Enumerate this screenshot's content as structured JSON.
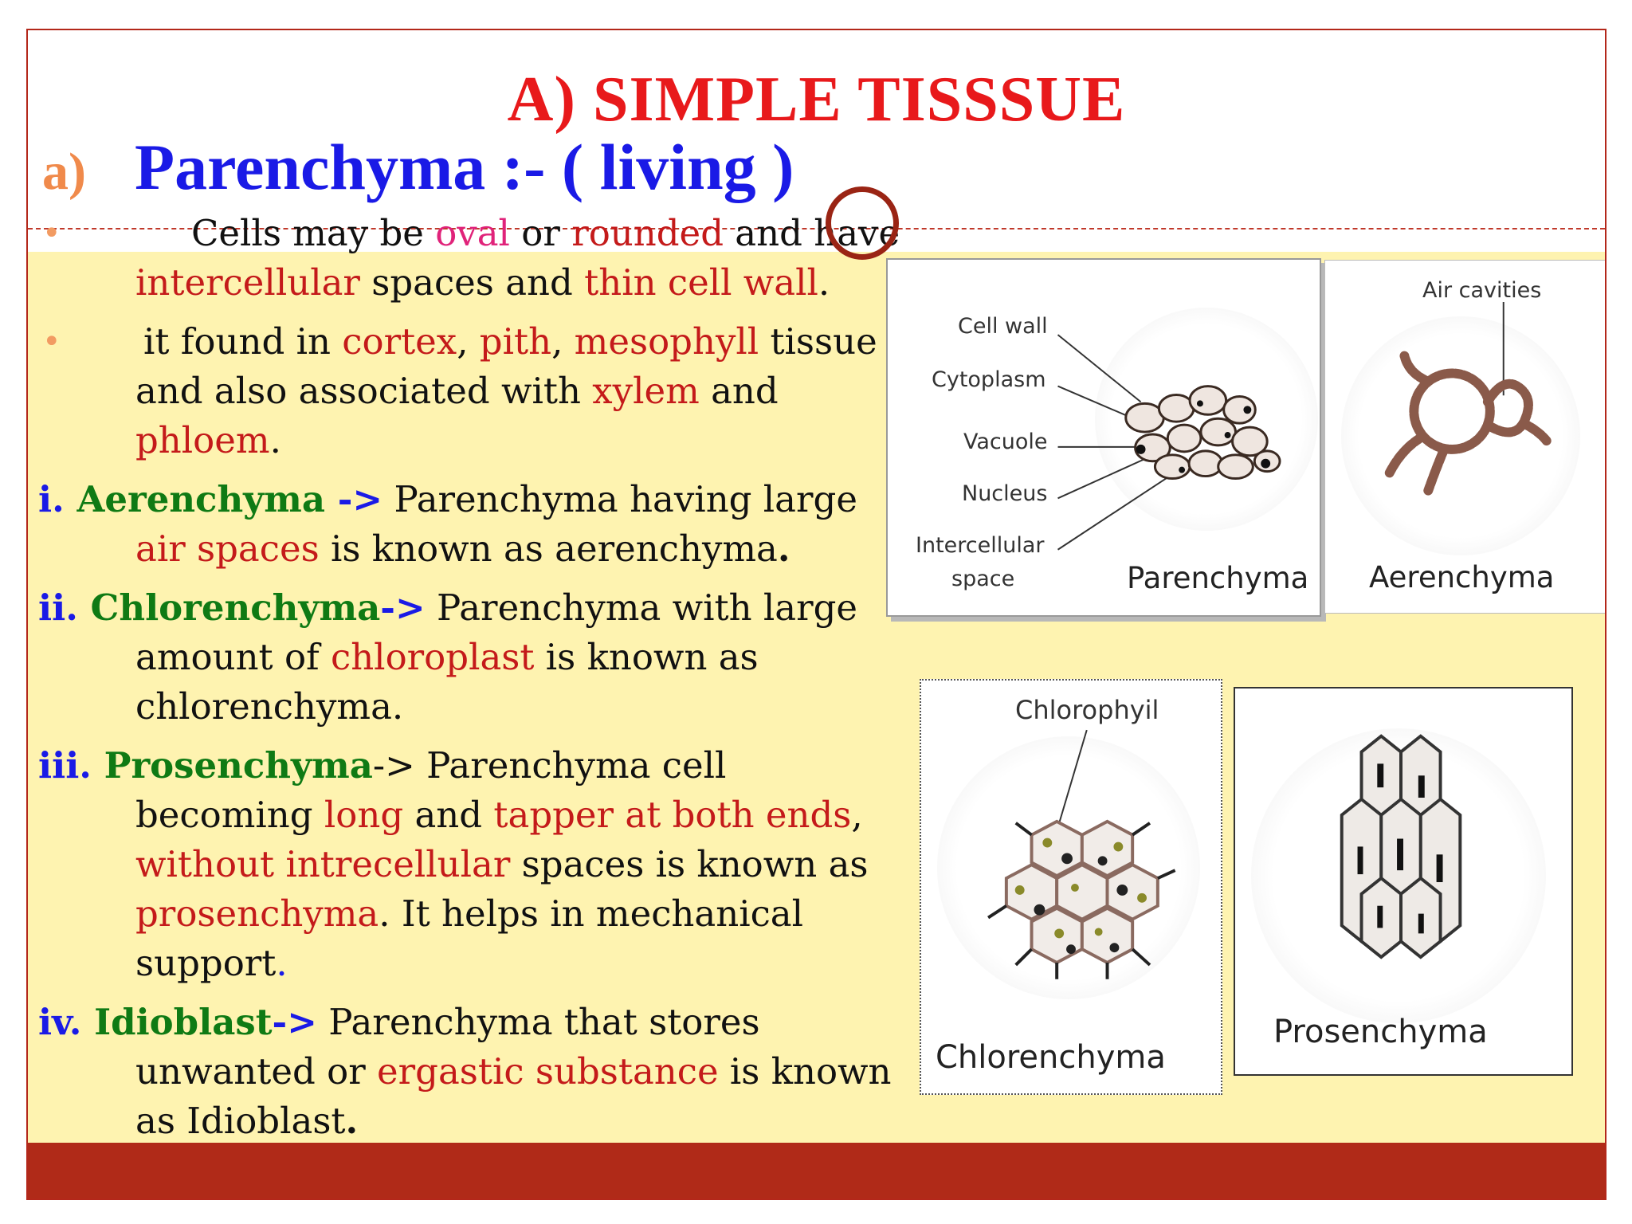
{
  "slide": {
    "title": "A)  SIMPLE TISSSUE",
    "heading_marker": "a)",
    "heading": "Parenchyma :- ( living )"
  },
  "bullets": [
    {
      "t1": "Cells may be ",
      "h1": "oval",
      "t2": " or ",
      "h2": "rounded",
      "t3": " and have",
      "h3": "intercellular",
      "t4": " spaces and ",
      "h4": "thin cell wall",
      "t5": "."
    },
    {
      "t1": " it found in ",
      "h1": "cortex",
      "t2": ", ",
      "h2": "pith",
      "t3": ", ",
      "h3": "mesophyll",
      "t4": " tissue and also associated with ",
      "h4": "xylem",
      "t5": " and ",
      "h5": "phloem",
      "t6": "."
    }
  ],
  "items": [
    {
      "num": "i.",
      "term": "Aerenchyma",
      "arrow": " ->",
      "t1": " Parenchyma having large ",
      "h1": "air spaces",
      "t2": " is known as aerenchyma",
      "end": "."
    },
    {
      "num": "ii.",
      "term": "Chlorenchyma",
      "arrow": "->",
      "t1": " Parenchyma with large amount of ",
      "h1": "chloroplast",
      "t2": " is known as chlorenchyma."
    },
    {
      "num": "iii.",
      "term": "Prosenchyma",
      "arrow": "->",
      "t1": " Parenchyma cell becoming ",
      "h1": "long",
      "t2": "  and ",
      "h2": "tapper at both ends",
      "t3": ", ",
      "h3": "without intrecellular",
      "t4": " spaces is known as ",
      "h4": "prosenchyma",
      "t5": ". It helps in mechanical support",
      "end": "."
    },
    {
      "num": "iv.",
      "term": "Idioblast",
      "arrow": "->",
      "t1": " Parenchyma that stores unwanted or ",
      "h1": "ergastic substance",
      "t2": " is known as Idioblast",
      "end": "."
    }
  ],
  "figures": {
    "parenchyma": {
      "title": "Parenchyma",
      "labels": [
        "Cell wall",
        "Cytoplasm",
        "Vacuole",
        "Nucleus",
        "Intercellular",
        "space"
      ]
    },
    "aerenchyma": {
      "title": "Aerenchyma",
      "label": "Air cavities"
    },
    "chlorenchyma": {
      "title": "Chlorenchyma",
      "label": "Chlorophyil"
    },
    "prosenchyma": {
      "title": "Prosenchyma"
    }
  },
  "colors": {
    "title": "#e8191b",
    "heading": "#1a1ae6",
    "highlight": "#c41a1a",
    "term": "#0f7a14",
    "background": "#fef3b0",
    "footer": "#b02a18"
  }
}
